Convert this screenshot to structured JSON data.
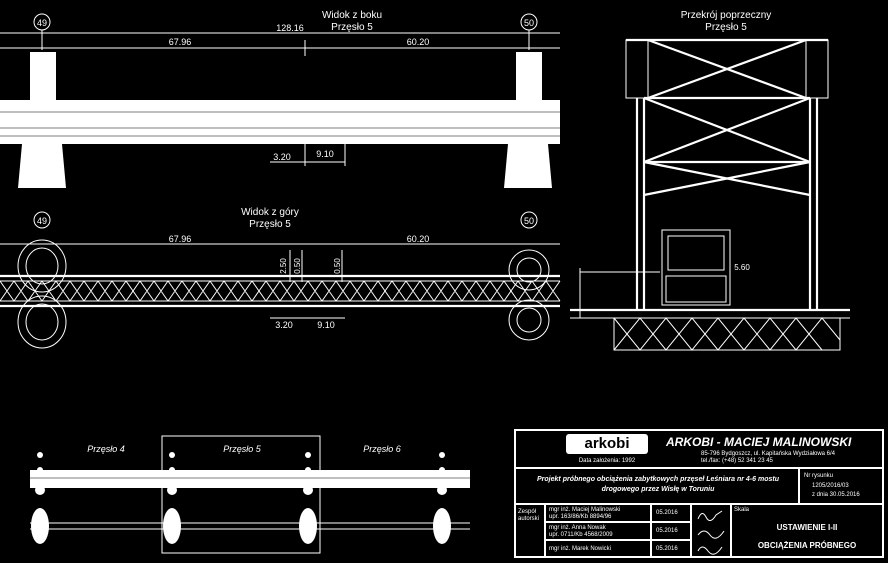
{
  "side_view": {
    "title": "Widok z boku",
    "span": "Przęsło 5",
    "total": "128.16",
    "left_dim": "67.96",
    "right_dim": "60.20",
    "dim_a": "3.20",
    "dim_b": "9.10"
  },
  "cross_section": {
    "title": "Przekrój poprzeczny",
    "span": "Przęsło 5",
    "dim": "5.60"
  },
  "top_view": {
    "title": "Widok z góry",
    "span": "Przęsło 5",
    "left_dim": "67.96",
    "right_dim": "60.20",
    "dim_a": "3.20",
    "dim_b": "9.10",
    "v1": "2.50",
    "v2": "0.50",
    "v3": "0.50"
  },
  "piers": {
    "left": "49",
    "right": "50"
  },
  "overview": {
    "span4": "Przęsło 4",
    "span5": "Przęsło 5",
    "span6": "Przęsło 6"
  },
  "title_block": {
    "company": "ARKOBI - MACIEJ MALINOWSKI",
    "logo_text": "arkobi",
    "since": "Data założenia: 1992",
    "address1": "85-796 Bydgoszcz, ul. Kapitańska Wydziałowa 6/4",
    "address2": "tel./fax: (+48) 52 341 23 45",
    "project": "Projekt próbnego obciążenia zabytkowych przęseł Leśniara nr 4-6 mostu drogowego przez Wisłę w Toruniu",
    "drawing_no_label": "Nr rysunku",
    "drawing_no": "1205/2016/03",
    "date_label": "z dnia 30.05.2016",
    "role1": "Zespół autorski",
    "person1": "mgr inż. Maciej Malinowski",
    "person1b": "upr. 163/86/Kb 8894/96",
    "person2": "mgr inż. Anna Nowak",
    "person2b": "upr. 0711/Kb 4568/2009",
    "person3": "mgr inż. Marek Nowicki",
    "d1": "05.2016",
    "d2": "05.2016",
    "d3": "05.2016",
    "scale_label": "Skala",
    "sheet_title1": "USTAWIENIE I-II",
    "sheet_title2": "OBCIĄŻENIA PRÓBNEGO"
  }
}
